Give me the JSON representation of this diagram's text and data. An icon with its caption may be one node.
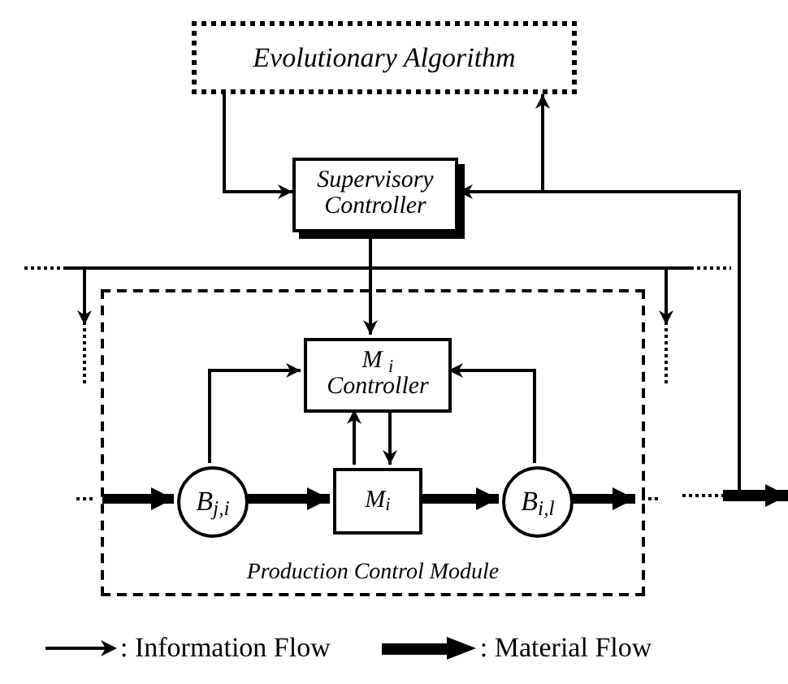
{
  "diagram": {
    "nodes": [
      {
        "text": [
          "Evolutionary Algorithm"
        ]
      },
      {
        "text": [
          "Supervisory Controller"
        ]
      },
      {
        "text": [
          "Production Control Module"
        ]
      },
      {
        "text": [
          "M $_{i}$ Controller"
        ],
        "in": 2
      },
      {
        "text": [
          "B$_{j,i}$"
        ],
        "in": 2
      },
      {
        "text": [
          "M$_{i}$"
        ],
        "in": 2
      },
      {
        "text": [
          "B$_{i,l}$"
        ],
        "in": 2
      }
    ],
    "edges": [
      {
        "from": 0,
        "to": 1,
        "arrow": "to"
      },
      {
        "from": null,
        "to": 1,
        "arrow": "to"
      },
      {
        "from": null,
        "to": 0,
        "arrow": "to"
      },
      {
        "from": 1,
        "to": 3,
        "arrow": "to"
      },
      {
        "from": 4,
        "to": 3,
        "arrow": "to"
      },
      {
        "from": 6,
        "to": 3,
        "arrow": "to"
      },
      {
        "from": 3,
        "to": 5,
        "arrow": "to"
      },
      {
        "from": 5,
        "to": 3,
        "arrow": "to"
      },
      {
        "from": null,
        "to": 4,
        "arrow": "to",
        "style": "thick"
      },
      {
        "from": 4,
        "to": 5,
        "arrow": "to",
        "style": "thick"
      },
      {
        "from": 5,
        "to": 6,
        "arrow": "to",
        "style": "thick"
      },
      {
        "from": 6,
        "to": null,
        "arrow": "to",
        "style": "thick"
      }
    ],
    "legend": [
      {
        "text": ": Information Flow"
      },
      {
        "text": ": Material Flow"
      }
    ]
  }
}
